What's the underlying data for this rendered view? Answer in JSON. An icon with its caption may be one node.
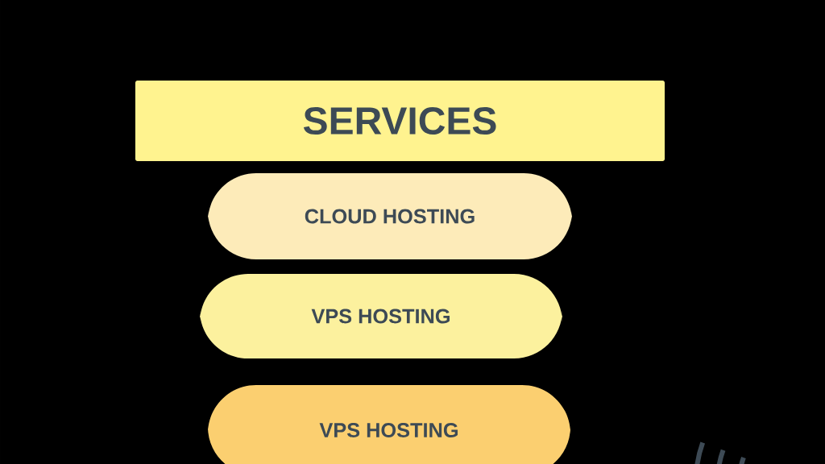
{
  "diagram": {
    "nodes": [
      {
        "text": [
          "SERVICES"
        ]
      },
      {
        "text": [
          "CLOUD HOSTING"
        ]
      },
      {
        "text": [
          "VPS HOSTING"
        ]
      },
      {
        "text": [
          "VPS HOSTING"
        ]
      }
    ]
  }
}
